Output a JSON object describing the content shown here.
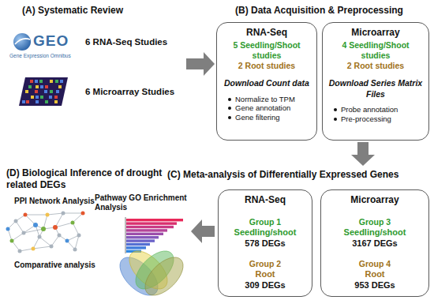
{
  "diagram": {
    "nodes": [
      {
        "text": [
          "RNA-Seq",
          "5 Seedling/Shoot studies",
          "2 Root studies",
          "Download Count data",
          "Normalize to TPM",
          "Gene annotation",
          "Gene filtering"
        ]
      },
      {
        "text": [
          "Microarray",
          "4 Seedling/Shoot studies",
          "2 Root studies",
          "Download Series Matrix Files",
          "Probe annotation",
          "Pre-processing"
        ]
      },
      {
        "text": [
          "RNA-Seq",
          "Group 1",
          "Seedling/shoot",
          "578 DEGs",
          "Group 2",
          "Root",
          "309 DEGs"
        ]
      },
      {
        "text": [
          "Microarray",
          "Group 3",
          "Seedling/shoot",
          "3167 DEGs",
          "Group 4",
          "Root",
          "953 DEGs"
        ]
      }
    ],
    "labels": [
      "(A) Systematic Review",
      "GEO",
      "Gene Expression Omnibus",
      "6 RNA-Seq Studies",
      "6 Microarray Studies",
      "(B) Data Acquisition & Preprocessing",
      "(C) Meta-analysis of Differentially Expressed Genes",
      "(D) Biological Inference of drought related DEGs",
      "PPI Network Analysis",
      "Pathway GO Enrichment Analysis",
      "Comparative analysis"
    ]
  }
}
